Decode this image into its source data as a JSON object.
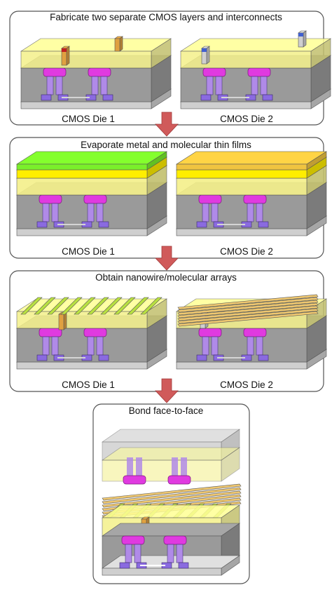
{
  "steps": [
    {
      "title": "Fabricate two separate CMOS layers and interconnects",
      "die_left": "CMOS Die 1",
      "die_right": "CMOS Die 2"
    },
    {
      "title": "Evaporate metal and molecular thin films",
      "die_left": "CMOS Die 1",
      "die_right": "CMOS Die 2"
    },
    {
      "title": "Obtain nanowire/molecular arrays",
      "die_left": "CMOS Die 1",
      "die_right": "CMOS Die 2"
    },
    {
      "title": "Bond face-to-face"
    }
  ],
  "colors": {
    "panel_border": "#555555",
    "arrow": "#d05a5a",
    "dielectric": "#f4f08a",
    "substrate": "#9a9a9a",
    "base": "#cfcfcf",
    "gate": "#e03ae0",
    "via": "#b08ae8",
    "contact": "#8a6ae0",
    "metal_film": "#ffee00",
    "molecular_film_die1": "#7af02a",
    "molecular_film_die2": "#f0c440",
    "nanowire_die1": "#b8e040",
    "nanowire_die2": "#f0c870"
  }
}
